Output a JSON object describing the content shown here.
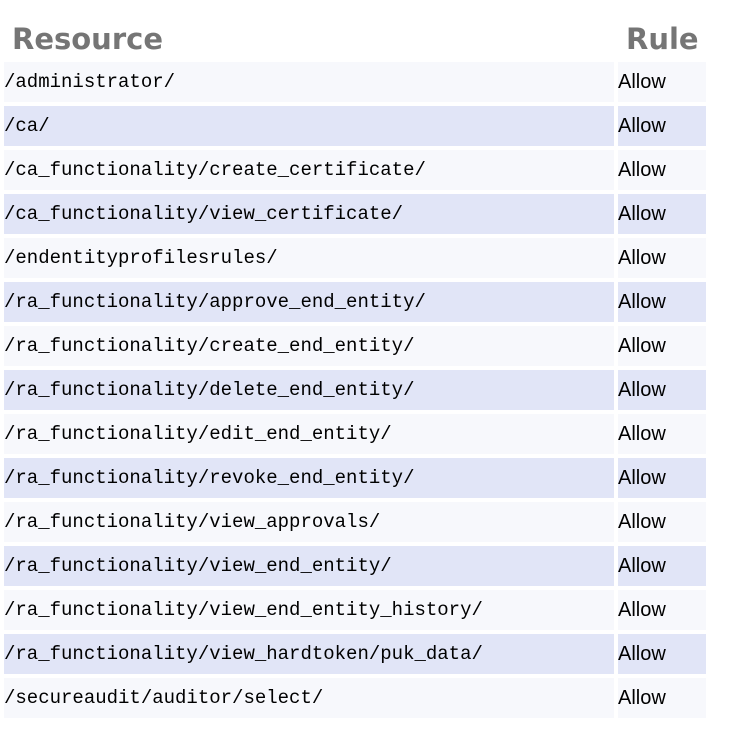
{
  "colors": {
    "row_light_background": "#f7f8fc",
    "row_dark_background": "#e1e5f7",
    "header_text": "#757575",
    "cell_text": "#000000",
    "page_background": "#ffffff"
  },
  "table": {
    "columns": {
      "resource_label": "Resource",
      "rule_label": "Rule"
    },
    "rows": [
      {
        "resource": "/administrator/",
        "rule": "Allow"
      },
      {
        "resource": "/ca/",
        "rule": "Allow"
      },
      {
        "resource": "/ca_functionality/create_certificate/",
        "rule": "Allow"
      },
      {
        "resource": "/ca_functionality/view_certificate/",
        "rule": "Allow"
      },
      {
        "resource": "/endentityprofilesrules/",
        "rule": "Allow"
      },
      {
        "resource": "/ra_functionality/approve_end_entity/",
        "rule": "Allow"
      },
      {
        "resource": "/ra_functionality/create_end_entity/",
        "rule": "Allow"
      },
      {
        "resource": "/ra_functionality/delete_end_entity/",
        "rule": "Allow"
      },
      {
        "resource": "/ra_functionality/edit_end_entity/",
        "rule": "Allow"
      },
      {
        "resource": "/ra_functionality/revoke_end_entity/",
        "rule": "Allow"
      },
      {
        "resource": "/ra_functionality/view_approvals/",
        "rule": "Allow"
      },
      {
        "resource": "/ra_functionality/view_end_entity/",
        "rule": "Allow"
      },
      {
        "resource": "/ra_functionality/view_end_entity_history/",
        "rule": "Allow"
      },
      {
        "resource": "/ra_functionality/view_hardtoken/puk_data/",
        "rule": "Allow"
      },
      {
        "resource": "/secureaudit/auditor/select/",
        "rule": "Allow"
      }
    ]
  }
}
